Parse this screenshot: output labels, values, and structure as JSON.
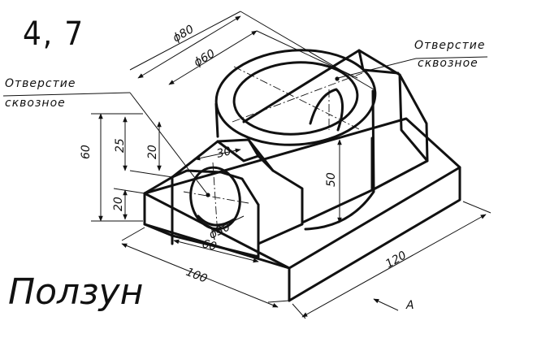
{
  "sheet": {
    "number": "4, 7",
    "title": "Ползун"
  },
  "notes": {
    "hole_right": [
      "Отверстие",
      "сквозное"
    ],
    "hole_left": [
      "Отверстие",
      "сквозное"
    ]
  },
  "dimensions": {
    "outer_diameter": "ϕ80",
    "inner_diameter": "ϕ60",
    "boss_width": "30",
    "hole_diameter": "ϕ30",
    "height_total": "60",
    "height_25": "25",
    "height_20a": "20",
    "height_20b": "20",
    "cylinder_height": "50",
    "boss_length": "60",
    "base_width": "100",
    "base_length": "120"
  },
  "view_arrow": "A"
}
